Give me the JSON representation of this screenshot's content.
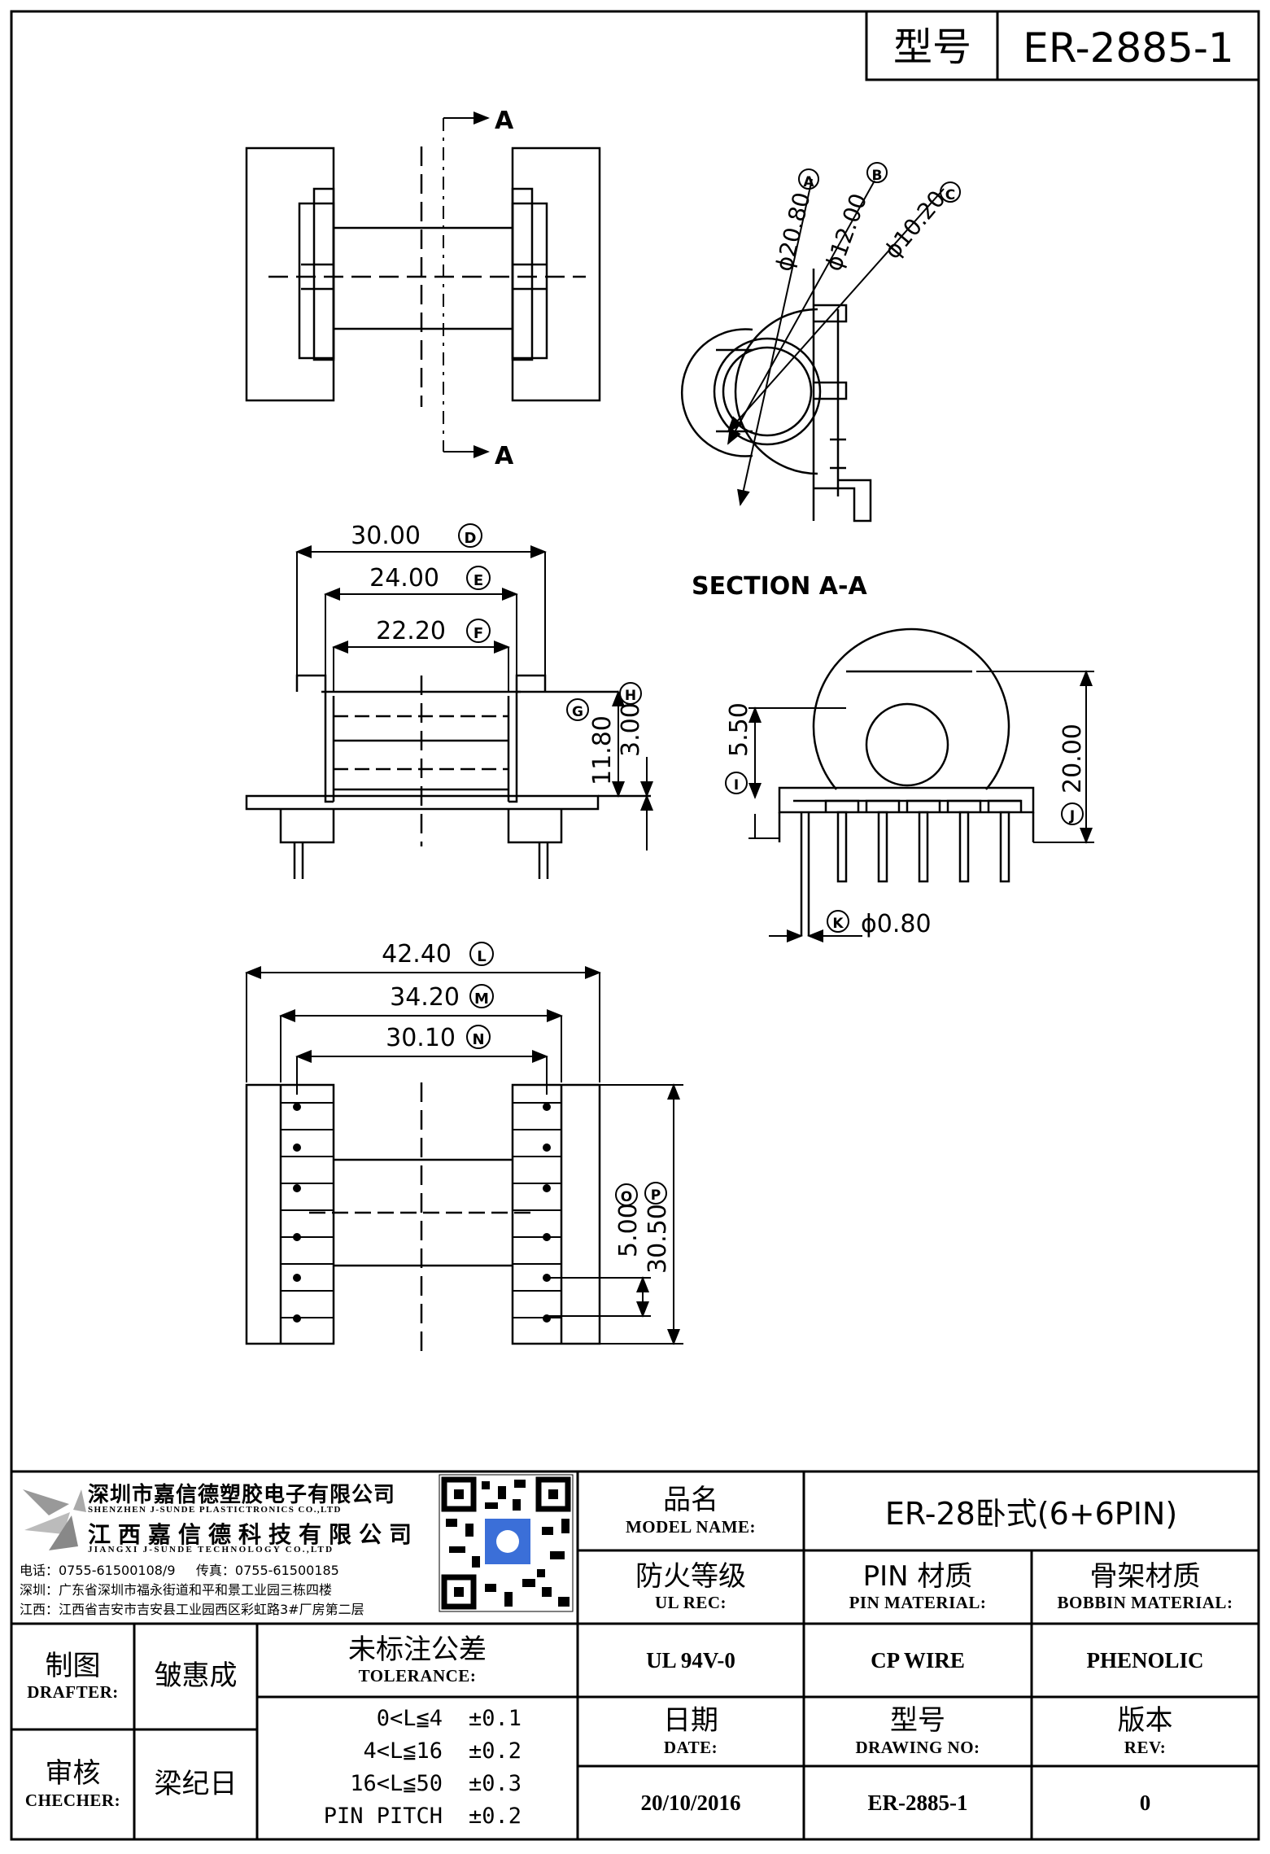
{
  "title_block": {
    "model_label": "型号",
    "model_value": "ER-2885-1"
  },
  "views": {
    "section_a_label": "A",
    "section_title": "SECTION A-A",
    "section_dims": [
      {
        "value": "ϕ20.80",
        "tag": "A"
      },
      {
        "value": "ϕ12.00",
        "tag": "B"
      },
      {
        "value": "ϕ10.20",
        "tag": "C"
      }
    ],
    "side_dims": [
      {
        "value": "30.00",
        "tag": "D"
      },
      {
        "value": "24.00",
        "tag": "E"
      },
      {
        "value": "22.20",
        "tag": "F"
      },
      {
        "value": "11.80",
        "tag": "G"
      },
      {
        "value": "3.00",
        "tag": "H"
      }
    ],
    "end_dims": [
      {
        "value": "5.50",
        "tag": "I"
      },
      {
        "value": "20.00",
        "tag": "J"
      },
      {
        "value": "ϕ0.80",
        "tag": "K"
      }
    ],
    "bottom_dims": [
      {
        "value": "42.40",
        "tag": "L"
      },
      {
        "value": "34.20",
        "tag": "M"
      },
      {
        "value": "30.10",
        "tag": "N"
      },
      {
        "value": "5.00",
        "tag": "O"
      },
      {
        "value": "30.50",
        "tag": "P"
      }
    ]
  },
  "company": {
    "name_cn_1": "深圳市嘉信德塑胶电子有限公司",
    "name_en_1": "SHENZHEN J-SUNDE PLASTICTRONICS CO.,LTD",
    "name_cn_2": "江西嘉信德科技有限公司",
    "name_en_2": "JIANGXI J-SUNDE TECHNOLOGY CO.,LTD",
    "contact": "电话：0755-61500108/9     传真：0755-61500185",
    "addr_sz": "深圳：广东省深圳市福永街道和平和景工业园三栋四楼",
    "addr_jx": "江西：江西省吉安市吉安县工业园西区彩虹路3#厂房第二层"
  },
  "info": {
    "model_name_cn": "品名",
    "model_name_en": "MODEL NAME:",
    "model_name_value": "ER-28卧式(6+6PIN)",
    "ul_cn": "防火等级",
    "ul_en": "UL REC:",
    "ul_value": "UL 94V-0",
    "pin_cn": "PIN 材质",
    "pin_en": "PIN MATERIAL:",
    "pin_value": "CP WIRE",
    "bobbin_cn": "骨架材质",
    "bobbin_en": "BOBBIN MATERIAL:",
    "bobbin_value": "PHENOLIC",
    "date_cn": "日期",
    "date_en": "DATE:",
    "date_value": "20/10/2016",
    "drawing_cn": "型号",
    "drawing_en": "DRAWING NO:",
    "drawing_value": "ER-2885-1",
    "rev_cn": "版本",
    "rev_en": "REV:",
    "rev_value": "0"
  },
  "staff": {
    "drafter_cn": "制图",
    "drafter_en": "DRAFTER:",
    "drafter_name": "皱惠成",
    "checker_cn": "审核",
    "checker_en": "CHECHER:",
    "checker_name": "梁纪日"
  },
  "tolerance": {
    "title_cn": "未标注公差",
    "title_en": "TOLERANCE:",
    "rows": [
      {
        "range": "0<L≦4",
        "value": "±0.1"
      },
      {
        "range": "4<L≦16",
        "value": "±0.2"
      },
      {
        "range": "16<L≦50",
        "value": "±0.3"
      },
      {
        "range": "PIN PITCH",
        "value": "±0.2"
      }
    ]
  }
}
